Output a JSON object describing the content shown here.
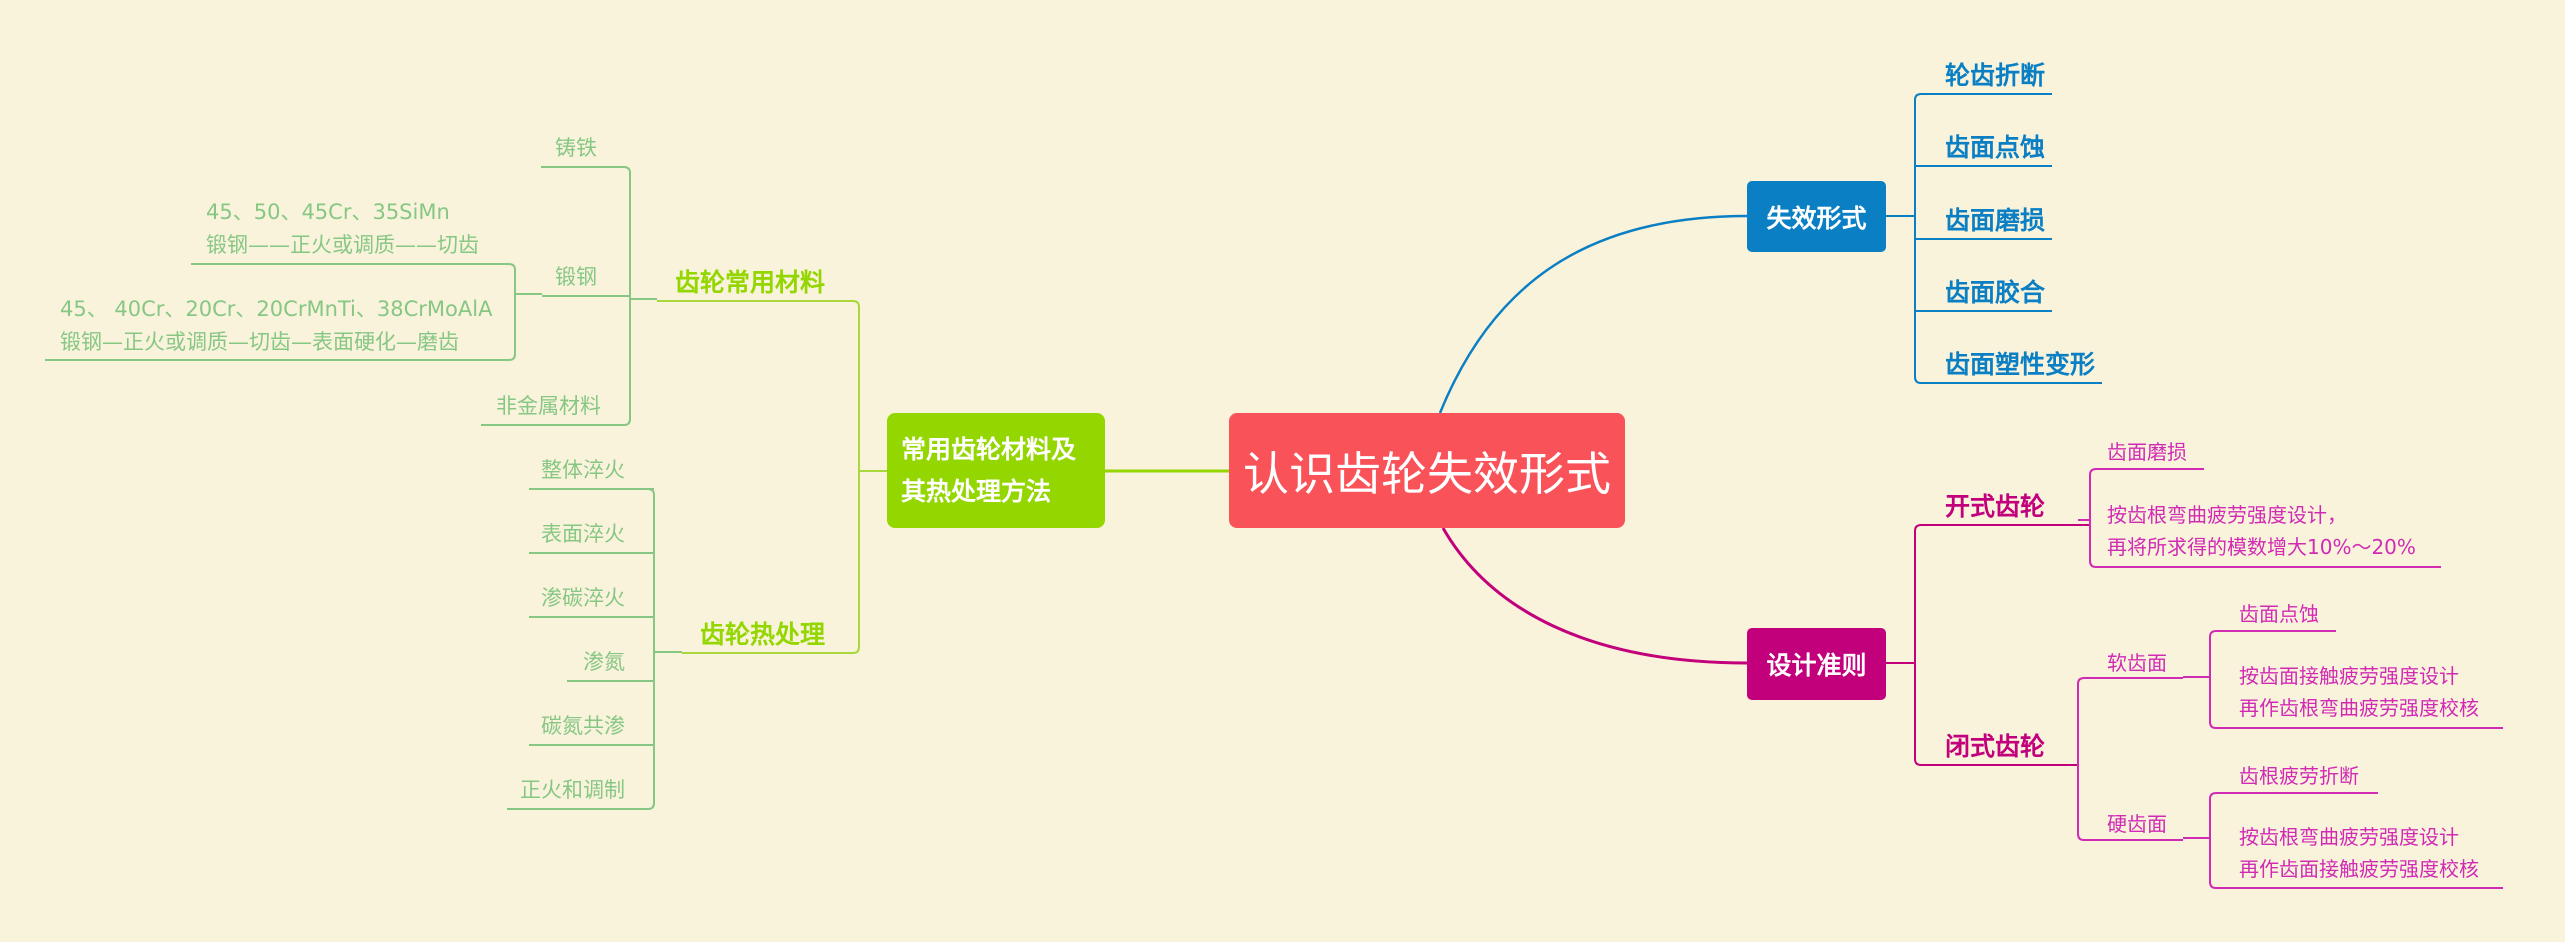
{
  "root": {
    "label": "认识齿轮失效形式",
    "color": "#F95259"
  },
  "left": {
    "label": "常用齿轮材料及其热处理方法",
    "label_lines": [
      "常用齿轮材料及",
      "其热处理方法"
    ],
    "color": "#94D600",
    "materials": {
      "label": "齿轮常用材料",
      "items": [
        {
          "label": "铸铁"
        },
        {
          "label": "锻钢",
          "children": [
            {
              "lines": [
                "45、50、45Cr、35SiMn",
                "锻钢——正火或调质——切齿"
              ]
            },
            {
              "lines": [
                "45、 40Cr、20Cr、20CrMnTi、38CrMoAlA",
                "锻钢—正火或调质—切齿—表面硬化—磨齿"
              ]
            }
          ]
        },
        {
          "label": "非金属材料"
        }
      ]
    },
    "heat": {
      "label": "齿轮热处理",
      "items": [
        "整体淬火",
        "表面淬火",
        "渗碳淬火",
        "渗氮",
        "碳氮共渗",
        "正火和调制"
      ]
    }
  },
  "failure": {
    "label": "失效形式",
    "color": "#0A7FC4",
    "items": [
      "轮齿折断",
      "齿面点蚀",
      "齿面磨损",
      "齿面胶合",
      "齿面塑性变形"
    ]
  },
  "design": {
    "label": "设计准则",
    "color": "#C2007B",
    "open": {
      "label": "开式齿轮",
      "items": [
        {
          "lines": [
            "齿面磨损"
          ]
        },
        {
          "lines": [
            "按齿根弯曲疲劳强度设计，",
            "再将所求得的模数增大10%～20%"
          ]
        }
      ]
    },
    "closed": {
      "label": "闭式齿轮",
      "soft": {
        "label": "软齿面",
        "items": [
          {
            "lines": [
              "齿面点蚀"
            ]
          },
          {
            "lines": [
              "按齿面接触疲劳强度设计",
              "再作齿根弯曲疲劳强度校核"
            ]
          }
        ]
      },
      "hard": {
        "label": "硬齿面",
        "items": [
          {
            "lines": [
              "齿根疲劳折断"
            ]
          },
          {
            "lines": [
              "按齿根弯曲疲劳强度设计",
              "再作齿面接触疲劳强度校核"
            ]
          }
        ]
      }
    }
  }
}
